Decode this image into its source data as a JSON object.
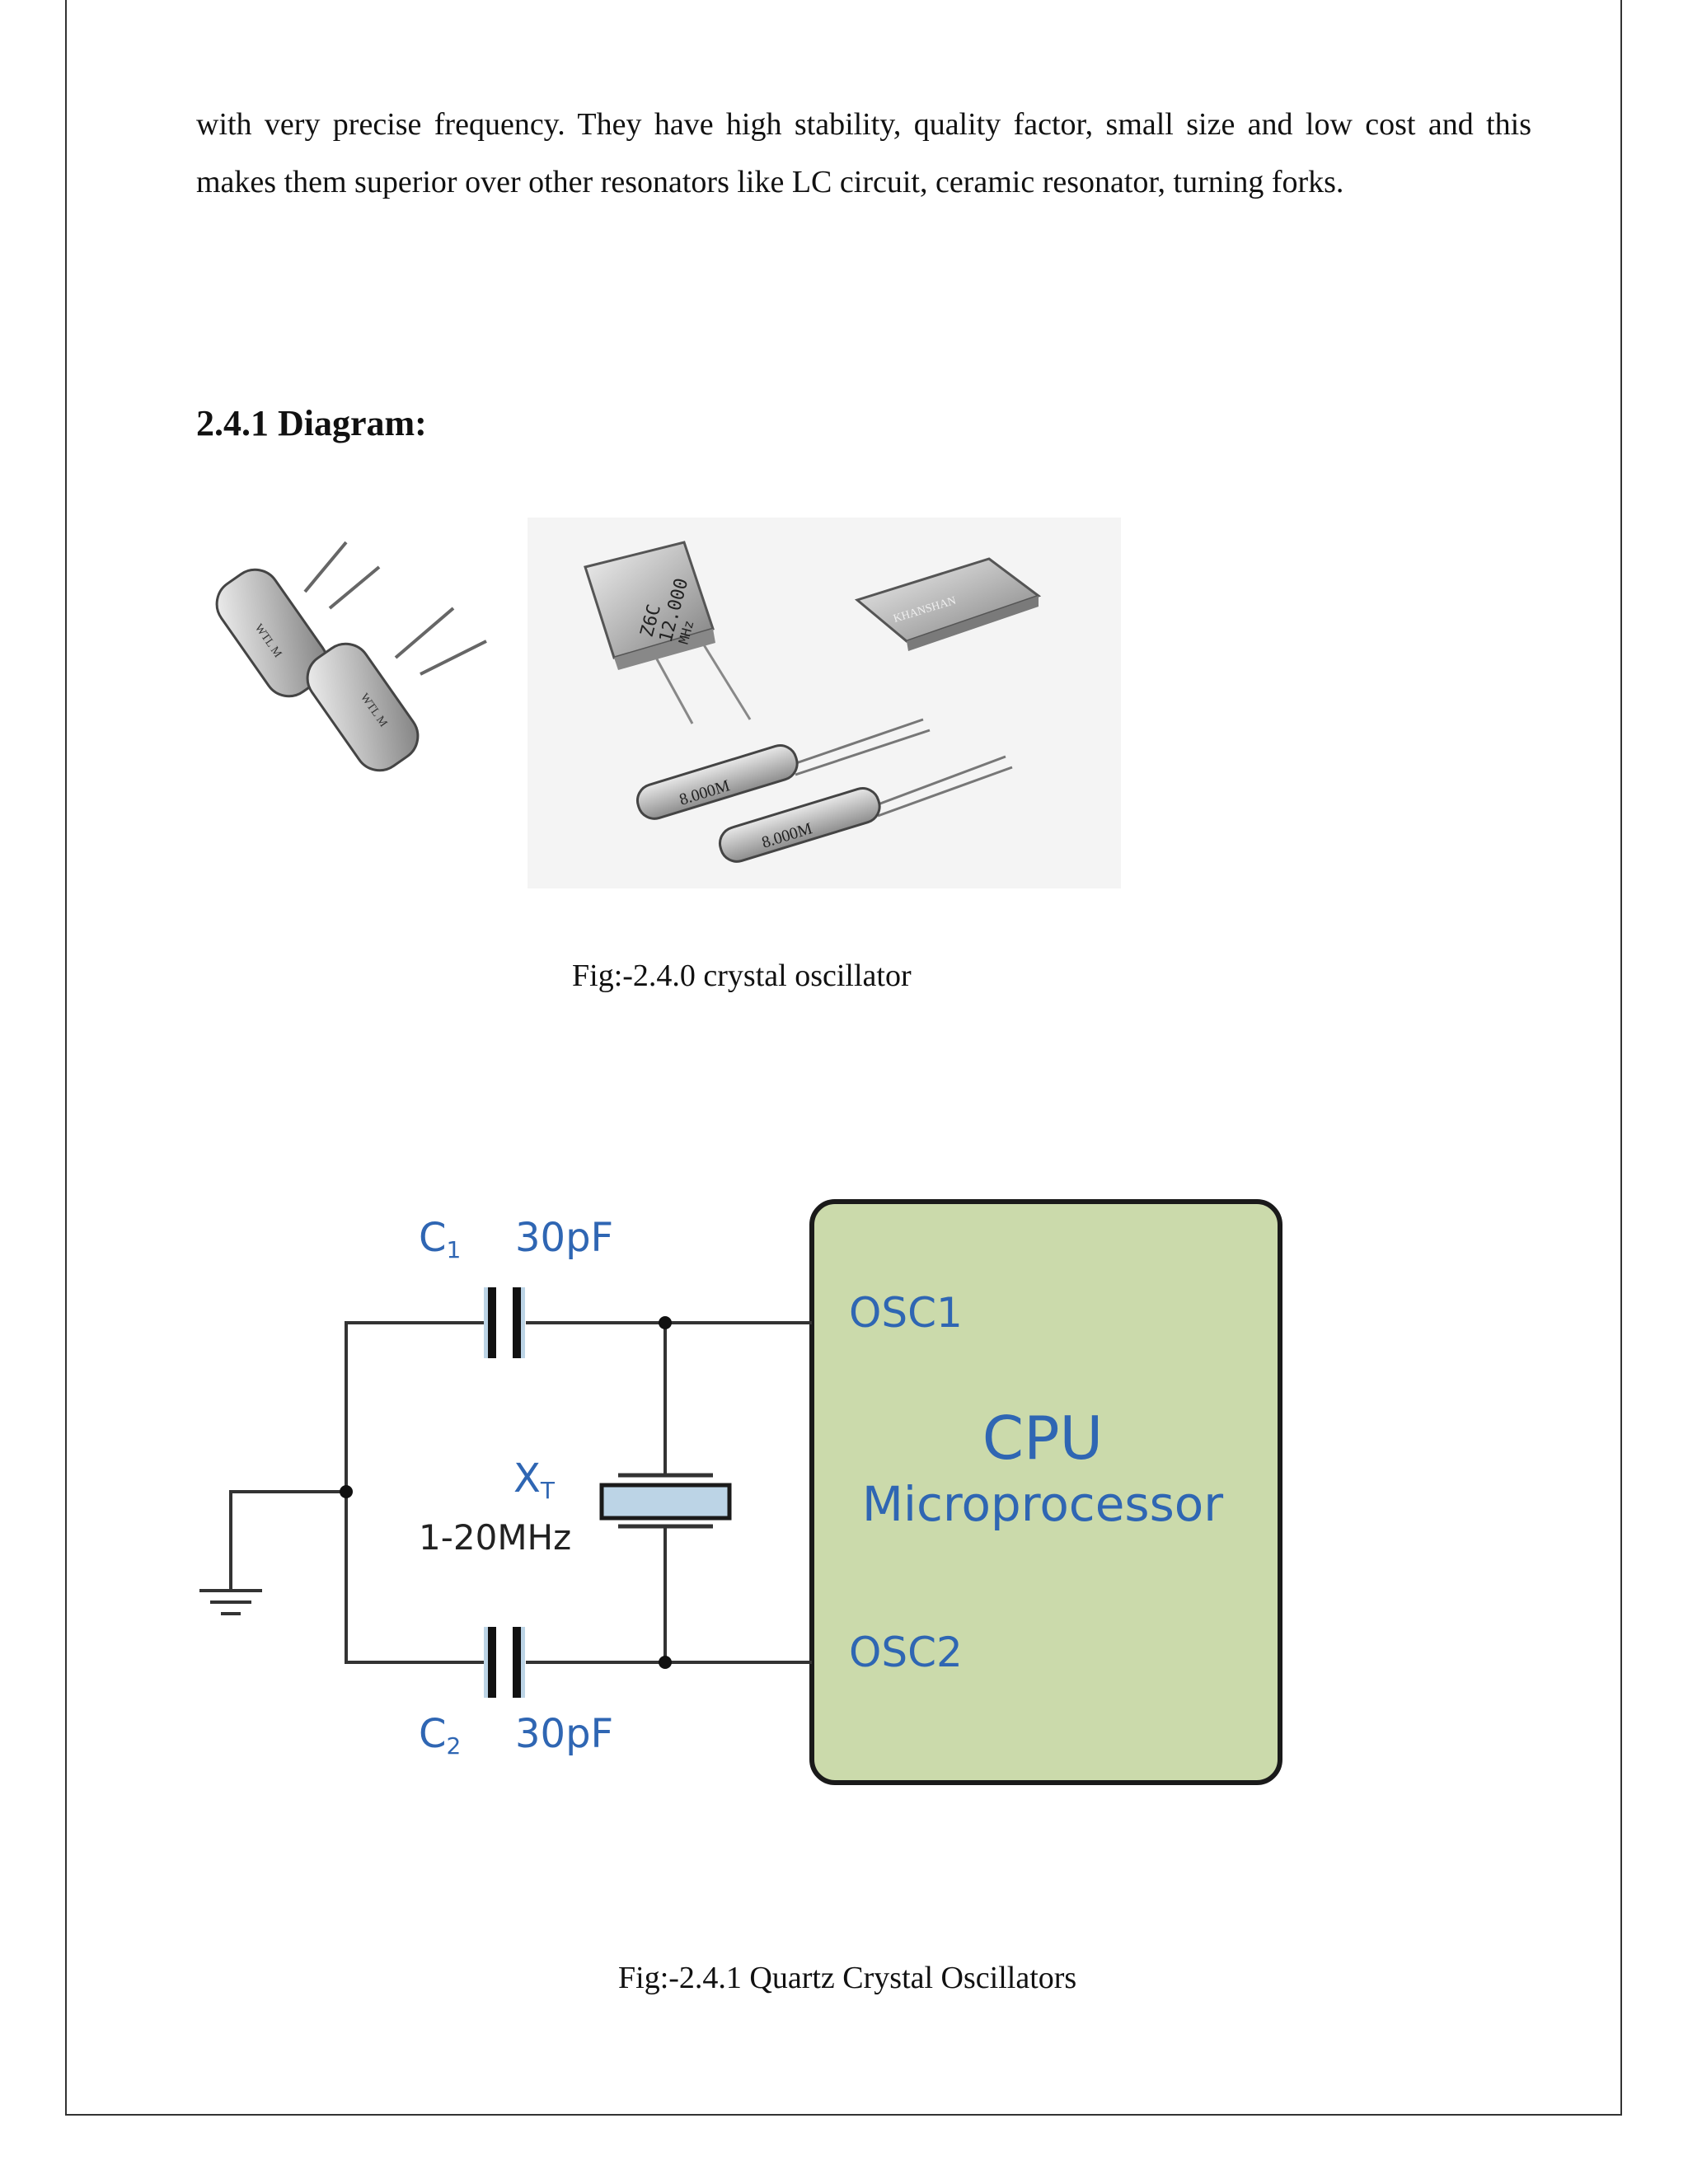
{
  "paragraph": {
    "text": "with very precise frequency. They have high stability, quality factor, small size and low cost and this makes them superior over other resonators like LC circuit, ceramic resonator, turning forks."
  },
  "section": {
    "heading": "2.4.1 Diagram:"
  },
  "figure1": {
    "caption": "Fig:-2.4.0 crystal oscillator",
    "markings": {
      "hc49_left": "WTL M",
      "hc49_large_line1": "Z6C",
      "hc49_large_line2": "12.000",
      "hc49_large_line3": "MHz",
      "cylinder_1": "8.000M",
      "cylinder_2": "8.000M",
      "smd": "KHANSHAN"
    }
  },
  "figure2": {
    "caption": "Fig:-2.4.1 Quartz Crystal Oscillators",
    "c1_label": "C",
    "c1_sub": "1",
    "c1_value": "30pF",
    "c2_label": "C",
    "c2_sub": "2",
    "c2_value": "30pF",
    "xt_label": "X",
    "xt_sub": "T",
    "xt_range": "1-20MHz",
    "osc1": "OSC1",
    "osc2": "OSC2",
    "cpu": "CPU",
    "microprocessor": "Microprocessor",
    "colors": {
      "label_blue": "#2f66b3",
      "cpu_box_fill": "#cbdaab",
      "crystal_fill": "#bcd4e6",
      "wire": "#333333"
    }
  }
}
